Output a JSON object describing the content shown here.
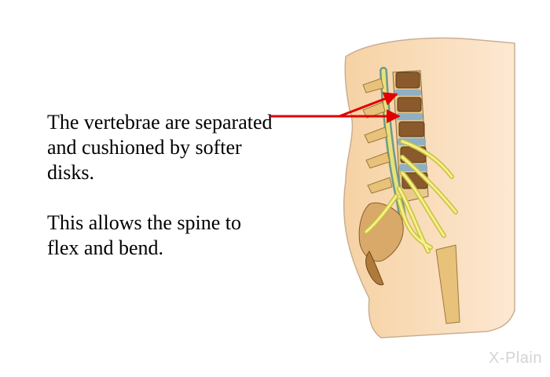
{
  "caption": {
    "paragraph_1": "The vertebrae are separated and cushioned by softer disks.",
    "paragraph_2": "This allows the spine to flex and bend."
  },
  "illustration": {
    "subject": "spine-cross-section-icon",
    "colors": {
      "skin": "#fde4c6",
      "skin_outline": "#b8a28c",
      "bone": "#e8c27a",
      "vertebra_body": "#8a5a2c",
      "disk": "#8fb0c4",
      "nerve": "#f3ef7a",
      "pointer_arrow": "#e10000"
    }
  },
  "watermark": "X-Plain"
}
